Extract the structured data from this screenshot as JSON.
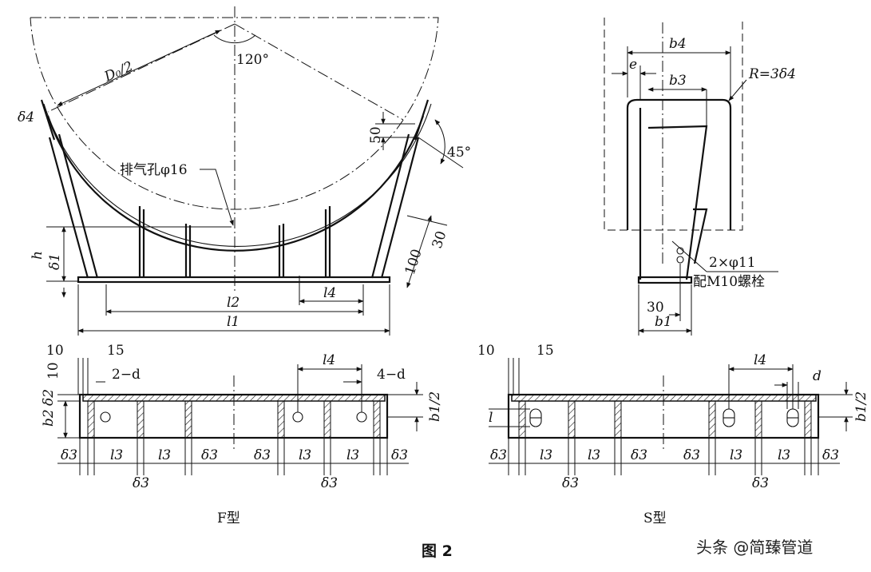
{
  "front_view": {
    "radius_label": "D₀/2",
    "angle_120": "120°",
    "delta4": "δ4",
    "dim_50": "50",
    "angle_45": "45°",
    "vent_hole": "排气孔φ16",
    "h": "h",
    "delta1": "δ1",
    "dim_100": "100",
    "dim_30": "30",
    "l2": "l2",
    "l4": "l4",
    "l1": "l1"
  },
  "side_view": {
    "b4": "b4",
    "e": "e",
    "b3": "b3",
    "radius": "R=3δ4",
    "bolt_holes": "2×φ11",
    "bolt_spec": "配M10螺栓",
    "dim_30": "30",
    "b1": "b1"
  },
  "plan_f": {
    "d10a": "10",
    "d15": "15",
    "d10b": "10",
    "hole_2d": "2−d",
    "l4": "l4",
    "hole_4d": "4−d",
    "delta2": "δ2",
    "b2": "b2",
    "b1_half": "b1/2",
    "delta3": "δ3",
    "l3": "l3",
    "type": "F型"
  },
  "plan_s": {
    "d10": "10",
    "d15": "15",
    "l4": "l4",
    "d": "d",
    "l": "l",
    "b1_half": "b1/2",
    "delta3": "δ3",
    "l3": "l3",
    "type": "S型"
  },
  "figure_caption": "图 2",
  "watermark": "头条 @简臻管道"
}
